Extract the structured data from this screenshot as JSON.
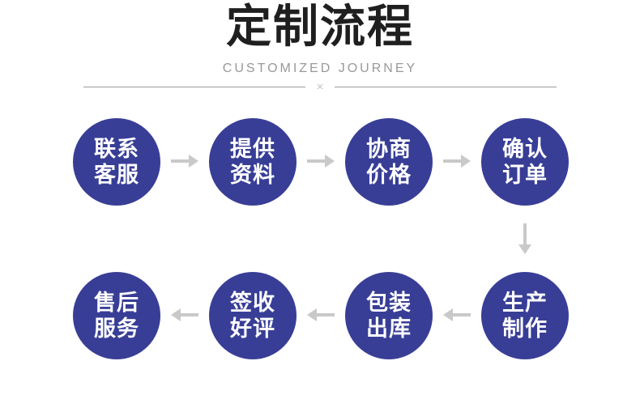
{
  "header": {
    "title": "定制流程",
    "subtitle": "CUSTOMIZED JOURNEY",
    "divider_mark": "×"
  },
  "flow": {
    "rows": [
      {
        "name": "row-1",
        "arrow_direction": "right",
        "steps": [
          {
            "lines": [
              "联系",
              "客服"
            ]
          },
          {
            "lines": [
              "提供",
              "资料"
            ]
          },
          {
            "lines": [
              "协商",
              "价格"
            ]
          },
          {
            "lines": [
              "确认",
              "订单"
            ]
          }
        ]
      },
      {
        "name": "row-2",
        "arrow_direction": "left",
        "steps": [
          {
            "lines": [
              "售后",
              "服务"
            ]
          },
          {
            "lines": [
              "签收",
              "好评"
            ]
          },
          {
            "lines": [
              "包装",
              "出库"
            ]
          },
          {
            "lines": [
              "生产",
              "制作"
            ]
          }
        ]
      }
    ],
    "connector": "down-arrow"
  },
  "colors": {
    "circle_blue": "#383e96",
    "arrow_gray": "#c9c9c9",
    "title_black": "#1f1f1f",
    "subtitle_gray": "#999999",
    "divider_gray": "#9a9a9a",
    "divider_x_gray": "#c2c2c2"
  }
}
